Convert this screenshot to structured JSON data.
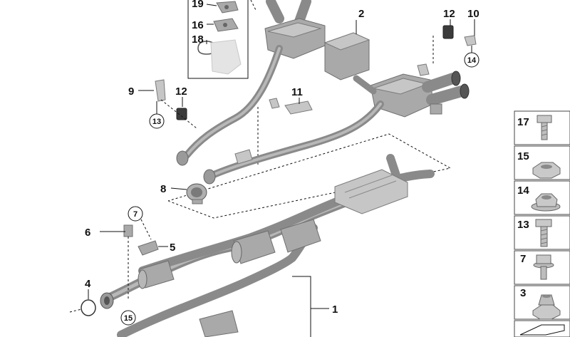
{
  "callouts": {
    "c1": "1",
    "c2": "2",
    "c3": "3",
    "c4": "4",
    "c5": "5",
    "c6": "6",
    "c7": "7",
    "c7b": "7",
    "c8": "8",
    "c9": "9",
    "c10": "10",
    "c11": "11",
    "c12a": "12",
    "c12b": "12",
    "c13": "13",
    "c14": "14",
    "c15": "15",
    "c16": "16",
    "c18": "18",
    "c19": "19"
  },
  "legend": {
    "items": [
      {
        "label": "17",
        "icon": "hex-bolt"
      },
      {
        "label": "15",
        "icon": "hex-nut"
      },
      {
        "label": "14",
        "icon": "flange-nut"
      },
      {
        "label": "13",
        "icon": "bolt"
      },
      {
        "label": "7",
        "icon": "flange-bolt"
      },
      {
        "label": "3",
        "icon": "self-locking-nut"
      }
    ],
    "c13": "13",
    "c15": "15"
  },
  "colors": {
    "pipe": "#8a8a8a",
    "part": "#a9a9a9",
    "rubber": "#3b3b3b",
    "line": "#111111"
  }
}
